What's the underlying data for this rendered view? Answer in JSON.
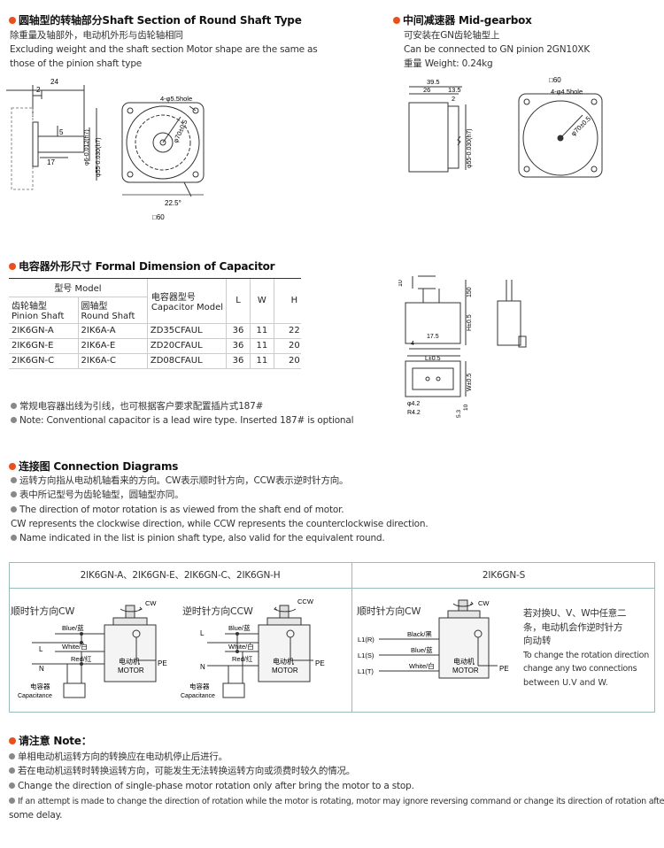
{
  "shaft": {
    "title": "圆轴型的转轴部分Shaft Section of Round Shaft Type",
    "line1": "除重量及轴部外，电动机外形与齿轮轴相同",
    "line2": "Excluding weight and the shaft section Motor shape are the same as",
    "line3": "those of the pinion shaft type",
    "dims": {
      "d24": "24",
      "d2": "2",
      "d5": "5",
      "d17": "17",
      "phi6": "φ6-0.012(h7)",
      "phi55": "φ55-0.030(h7)",
      "hole": "4-φ5.5hole",
      "phi70": "φ70±0.5",
      "angle": "22.5°",
      "sq60": "□60"
    }
  },
  "gearbox": {
    "title": "中间减速器 Mid-gearbox",
    "line1": "可安装在GN齿轮轴型上",
    "line2": "Can be connected to GN pinion 2GN10XK",
    "line3": "重量 Weight: 0.24kg",
    "dims": {
      "d395": "39.5",
      "d26": "26",
      "d135": "13.5",
      "d2": "2",
      "phi55": "φ55-0.030(h7)",
      "sq60": "□60",
      "hole": "4-φ4.5hole",
      "phi70": "φ70±0.5"
    }
  },
  "capacitor": {
    "title": "电容器外形尺寸 Formal Dimension of Capacitor",
    "header": {
      "model_cn": "型号 Model",
      "pinion_cn": "齿轮轴型",
      "pinion_en": "Pinion Shaft",
      "round_cn": "圆轴型",
      "round_en": "Round Shaft",
      "cap_cn": "电容器型号",
      "cap_en": "Capacitor Model",
      "L": "L",
      "W": "W",
      "H": "H"
    },
    "rows": [
      {
        "pinion": "2IK6GN-A",
        "round": "2IK6A-A",
        "cap": "ZD35CFAUL",
        "L": "36",
        "W": "11",
        "H": "22"
      },
      {
        "pinion": "2IK6GN-E",
        "round": "2IK6A-E",
        "cap": "ZD20CFAUL",
        "L": "36",
        "W": "11",
        "H": "20"
      },
      {
        "pinion": "2IK6GN-C",
        "round": "2IK6A-C",
        "cap": "ZD08CFAUL",
        "L": "36",
        "W": "11",
        "H": "20"
      }
    ],
    "note1": "常规电容器出线为引线，也可根据客户要求配置插片式187#",
    "note2": "Note: Conventional capacitor is a lead wire type. Inserted 187#  is optional",
    "dims": {
      "d10": "10",
      "d150": "150",
      "hpm": "H±0.5",
      "d4": "4",
      "d175": "17.5",
      "lpm": "L±0.5",
      "wpm": "W±0.5",
      "phi42": "φ4.2",
      "r42": "R4.2",
      "d53": "5.3",
      "d10b": "10"
    }
  },
  "connection": {
    "title": "连接图 Connection Diagrams",
    "b1": "运转方向指从电动机轴看来的方向。CW表示顺时针方向，CCW表示逆时针方向。",
    "b2": "表中所记型号为齿轮轴型，圆轴型亦同。",
    "b3": "The direction of motor rotation is as viewed from the shaft end of motor.",
    "b3b": "CW represents the clockwise direction, while CCW represents the counterclockwise direction.",
    "b4": "Name indicated in the list is pinion shaft type, also valid for the equivalent round.",
    "left_header": "2IK6GN-A、2IK6GN-E、2IK6GN-C、2IK6GN-H",
    "right_header": "2IK6GN-S",
    "d1_title": "顺时针方向CW",
    "d2_title": "逆时针方向CCW",
    "d3_title": "顺时针方向CW",
    "cw": "CW",
    "ccw": "CCW",
    "blue": "Blue/蓝",
    "white": "White/白",
    "red": "Red/红",
    "black": "Black/黑",
    "L": "L",
    "N": "N",
    "PE": "PE",
    "motor_cn": "电动机",
    "motor_en": "MOTOR",
    "cap_cn": "电容器",
    "cap_en": "Capacitance",
    "L1R": "L1(R)",
    "L1S": "L1(S)",
    "L1T": "L1(T)",
    "s_cn1": "若对换U、V、W中任意二",
    "s_cn2": "条，电动机会作逆时针方",
    "s_cn3": "向动转",
    "s_en1": "To change the rotation direction",
    "s_en2": "change any two connections",
    "s_en3": "between U.V and W."
  },
  "note": {
    "title": "请注意 Note：",
    "n1": "单相电动机运转方向的转换应在电动机停止后进行。",
    "n2": "若在电动机运转时转换运转方向，可能发生无法转换运转方向或须费时较久的情况。",
    "n3": "Change the direction of single-phase motor rotation only after bring the motor to a stop.",
    "n4a": "If an attempt is made to change the direction of rotation while the motor is rotating, motor may ignore reversing command or change its direction of rotation after",
    "n4b": "some delay."
  },
  "colors": {
    "accent": "#e8501e",
    "bullet": "#888888",
    "line": "#333333",
    "box": "#99bbbb"
  }
}
